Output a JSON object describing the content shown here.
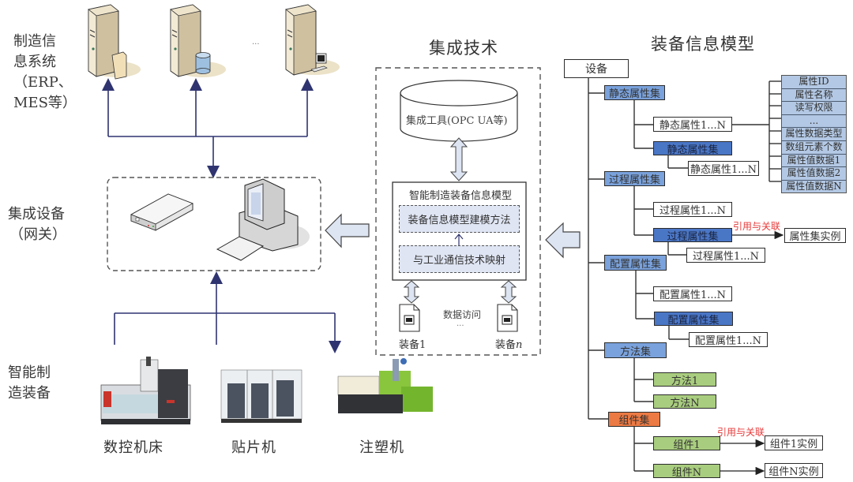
{
  "left_labels": {
    "mis": [
      "制造信",
      "息系统",
      "（ERP、",
      "MES等）"
    ],
    "gateway": [
      "集成设备",
      "（网关）"
    ],
    "equipment": [
      "智能制",
      "造装备"
    ]
  },
  "servers": {
    "items": [
      {
        "name": "file-server",
        "badge": "folder-icon"
      },
      {
        "name": "database-server",
        "badge": "database-icon"
      },
      {
        "name": "workstation-server",
        "badge": "computer-icon"
      }
    ],
    "ellipsis": "..."
  },
  "machines": [
    {
      "label": "数控机床",
      "icon": "cnc-machine-icon"
    },
    {
      "label": "贴片机",
      "icon": "smt-placement-machine-icon"
    },
    {
      "label": "注塑机",
      "icon": "injection-molding-machine-icon"
    }
  ],
  "integration": {
    "title": "集成技术",
    "tool": "集成工具(OPC UA等)",
    "model_box_title": "智能制造装备信息模型",
    "method": "装备信息模型建模方法",
    "mapping": "与工业通信技术映射",
    "data_access": "数据访问",
    "ellipsis": "...",
    "device1": "装备1",
    "devicen_prefix": "装备",
    "devicen_suffix": "n"
  },
  "model": {
    "title": "装备信息模型",
    "root": "设备",
    "static_set": "静态属性集",
    "static_attr": "静态属性1...N",
    "static_set_nested": "静态属性集",
    "static_attr_nested": "静态属性1...N",
    "process_set": "过程属性集",
    "process_attr": "过程属性1...N",
    "process_set_nested": "过程属性集",
    "process_attr_nested": "过程属性1...N",
    "config_set": "配置属性集",
    "config_attr": "配置属性1...N",
    "config_set_nested": "配置属性集",
    "config_attr_nested": "配置属性1...N",
    "method_set": "方法集",
    "method1": "方法1",
    "methodN": "方法N",
    "component_set": "组件集",
    "component1": "组件1",
    "componentN": "组件N",
    "ref_label_1": "引用与关联",
    "ref_label_2": "引用与关联",
    "attr_set_instance": "属性集实例",
    "component1_instance": "组件1实例",
    "componentN_instance": "组件N实例",
    "attribute_fields": [
      "属性ID",
      "属性名称",
      "读写权限",
      "...",
      "属性数据类型",
      "数组元素个数",
      "属性值数据1",
      "属性值数据2",
      "属性值数据N"
    ]
  },
  "colors": {
    "connector": "#2f3470",
    "light_blue_set": "#7aa2dc",
    "dark_blue_set": "#4a76c6",
    "method_green": "#a9cd7f",
    "component_orange": "#ec7a44",
    "reference_red": "#e83a3a",
    "arrow_fill": "#dde4f2"
  }
}
